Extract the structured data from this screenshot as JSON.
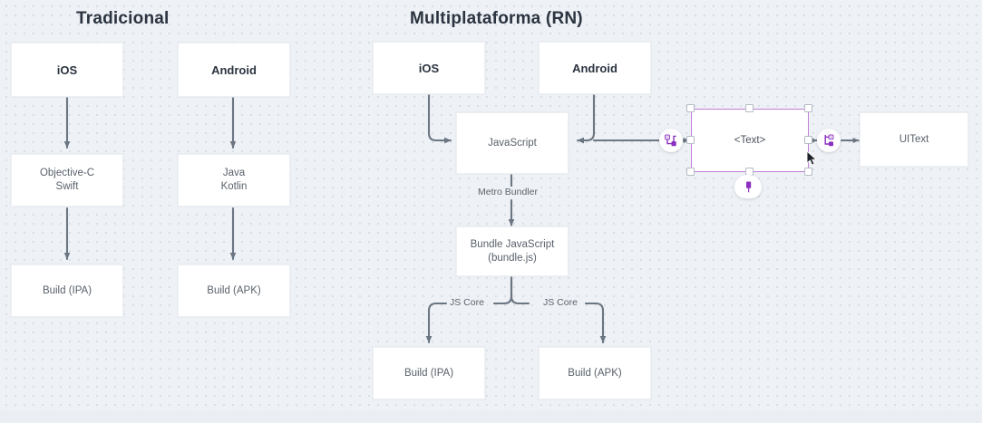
{
  "canvas": {
    "background_color": "#eef1f5",
    "grid": "dot-grid",
    "selection_color": "#c07fd8"
  },
  "sections": [
    {
      "title": "Tradicional"
    },
    {
      "title": "Multiplataforma (RN)"
    }
  ],
  "traditional": {
    "nodes": [
      {
        "label": "iOS"
      },
      {
        "label": "Android"
      },
      {
        "label_line1": "Objective-C",
        "label_line2": "Swift"
      },
      {
        "label_line1": "Java",
        "label_line2": "Kotlin"
      },
      {
        "label": "Build (IPA)"
      },
      {
        "label": "Build (APK)"
      }
    ]
  },
  "crossplatform": {
    "nodes": [
      {
        "label": "iOS"
      },
      {
        "label": "Android"
      },
      {
        "label": "JavaScript"
      },
      {
        "label_line1": "Bundle JavaScript",
        "label_line2": "(bundle.js)"
      },
      {
        "label": "Build (IPA)"
      },
      {
        "label": "Build (APK)"
      },
      {
        "label": "UIText"
      }
    ],
    "edge_labels": {
      "metro": "Metro Bundler",
      "jscore_left": "JS Core",
      "jscore_right": "JS Core"
    }
  },
  "selection": {
    "node_label": "<Text>",
    "badges": [
      {
        "icon": "flow-node-icon"
      },
      {
        "icon": "tree-node-icon"
      },
      {
        "icon": "pin-icon"
      }
    ]
  }
}
